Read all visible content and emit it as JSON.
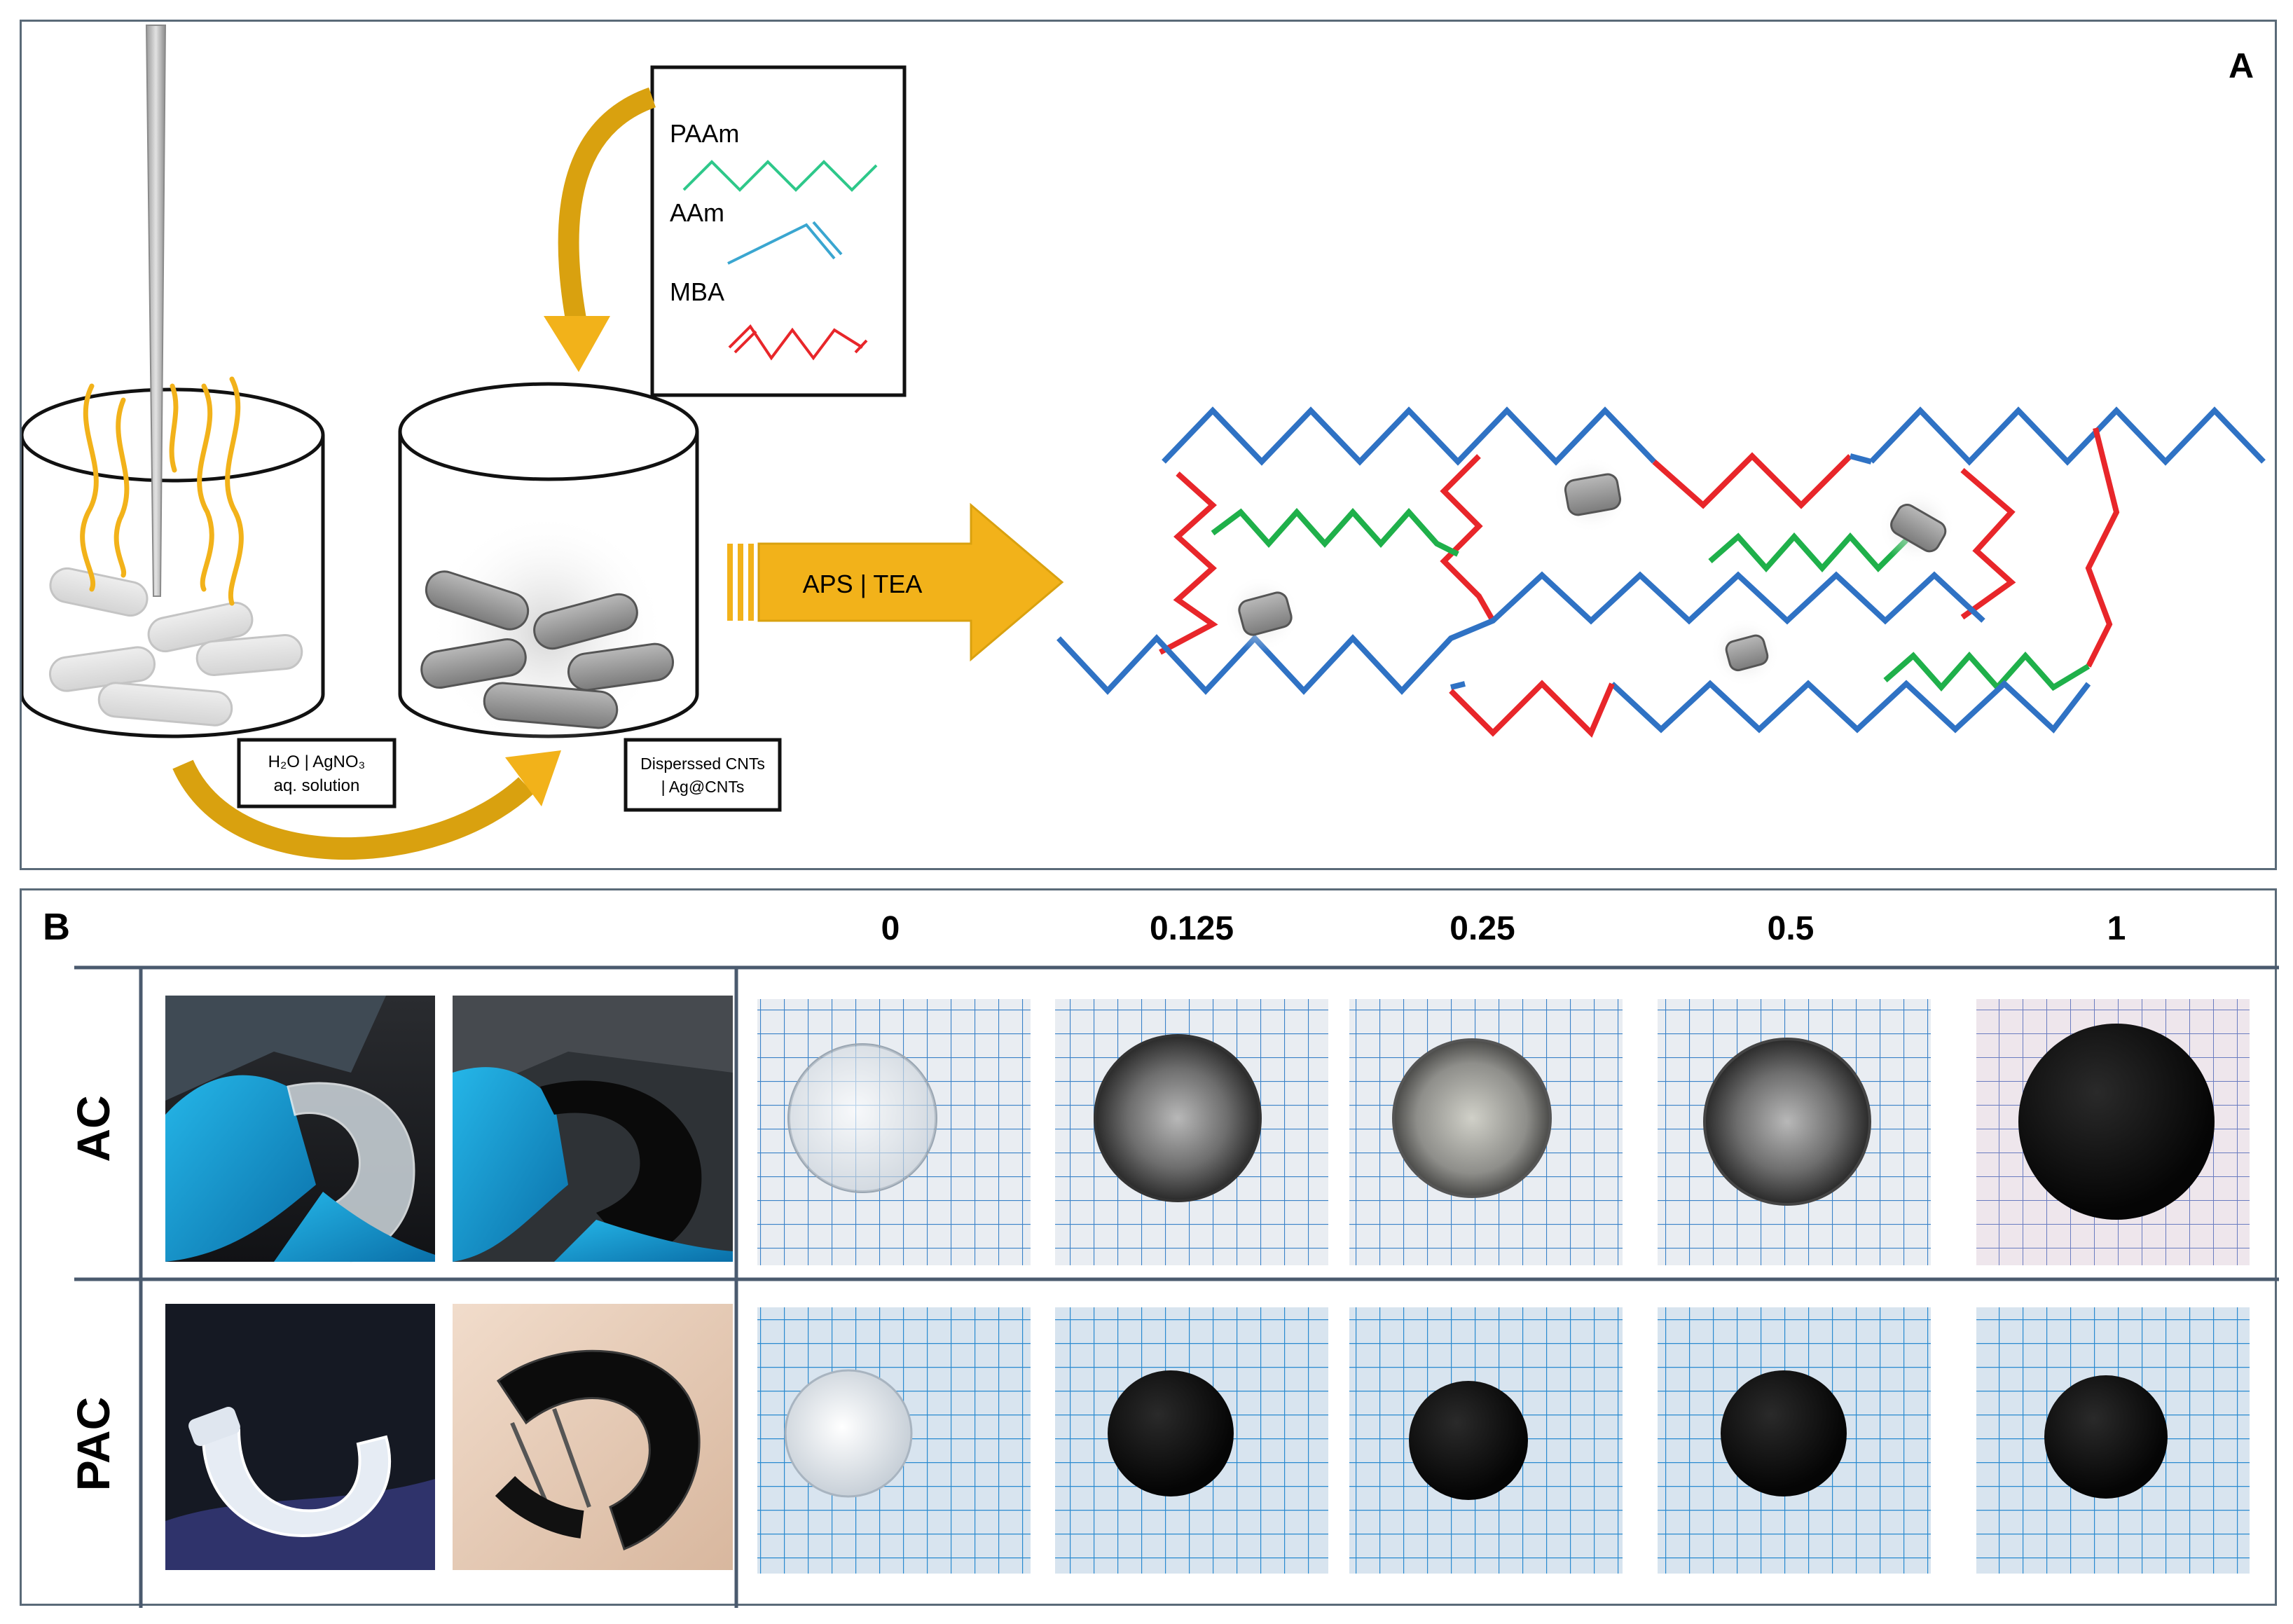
{
  "panel_a": {
    "letter": "A",
    "legend": {
      "paam": "PAAm",
      "aam": "AAm",
      "mba": "MBA"
    },
    "box_solution": {
      "line1": "H₂O | AgNO₃",
      "line2": "aq. solution"
    },
    "box_cnts": {
      "line1": "Disperssed CNTs",
      "line2": "| Ag@CNTs"
    },
    "arrow_label": "APS | TEA",
    "colors": {
      "paam": "#2ec88a",
      "aam": "#3aa6d0",
      "mba": "#e8262a",
      "network_blue": "#2f72c4",
      "network_red": "#e8262a",
      "network_green": "#1fb04a",
      "arrow": "#f2b21a"
    }
  },
  "panel_b": {
    "letter": "B",
    "columns": [
      "0",
      "0.125",
      "0.25",
      "0.5",
      "1"
    ],
    "rows": [
      "AC",
      "PAC"
    ]
  }
}
